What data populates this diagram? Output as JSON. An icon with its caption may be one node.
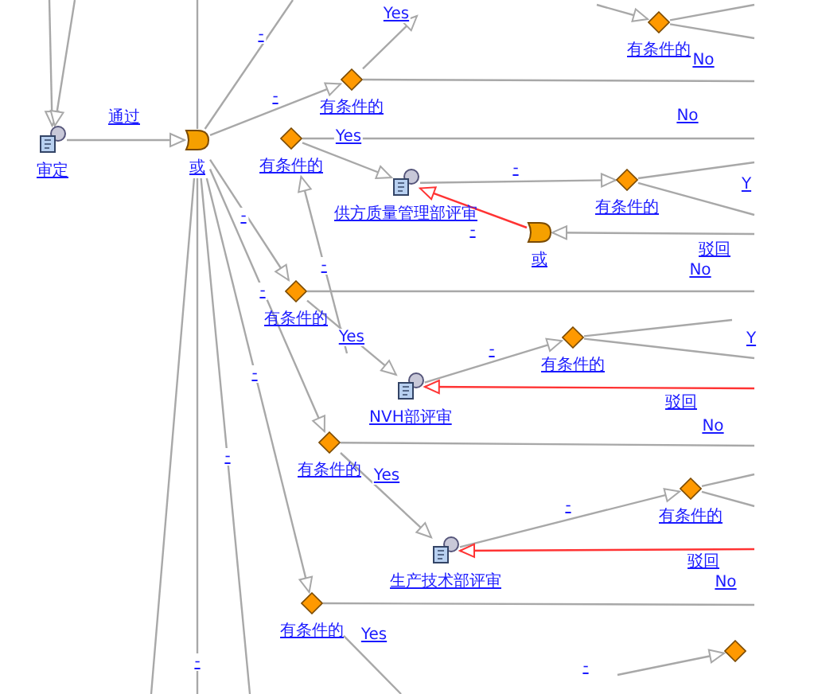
{
  "diagram": {
    "nodes": [
      {
        "text": [
          "审定"
        ]
      },
      {
        "text": [
          "或"
        ]
      },
      {
        "text": [
          "有条件的"
        ]
      },
      {
        "text": [
          "有条件的"
        ]
      },
      {
        "text": [
          "供方质量管理部评审"
        ]
      },
      {
        "text": [
          "有条件的"
        ]
      },
      {
        "text": [
          "或"
        ]
      },
      {
        "text": [
          "有条件的"
        ]
      },
      {
        "text": [
          "有条件的"
        ]
      },
      {
        "text": [
          "NVH部评审"
        ]
      },
      {
        "text": [
          "有条件的"
        ]
      },
      {
        "text": [
          "有条件的"
        ]
      },
      {
        "text": [
          "生产技术部评审"
        ]
      },
      {
        "text": [
          "有条件的"
        ]
      },
      {
        "text": [
          "有条件的"
        ]
      },
      {
        "text": [],
        "shape": "diamond"
      }
    ],
    "edges": [
      {
        "from": null,
        "to": 0,
        "arrow": "to"
      },
      {
        "from": null,
        "to": 0,
        "arrow": "to"
      },
      {
        "from": 0,
        "to": 1,
        "arrow": "to",
        "label": "通过"
      },
      {
        "from": null,
        "to": 1,
        "arrow": "none"
      },
      {
        "from": 1,
        "to": null,
        "arrow": "none",
        "label": "-"
      },
      {
        "from": 1,
        "to": 2,
        "arrow": "to",
        "label": "-"
      },
      {
        "from": 2,
        "to": null,
        "arrow": "to",
        "label": "Yes"
      },
      {
        "from": null,
        "to": 14,
        "arrow": "to"
      },
      {
        "from": 14,
        "to": null,
        "arrow": "none"
      },
      {
        "from": 14,
        "to": null,
        "arrow": "none"
      },
      {
        "from": 2,
        "to": null,
        "arrow": "none"
      },
      {
        "from": 3,
        "to": 4,
        "arrow": "to",
        "label": "Yes"
      },
      {
        "from": 3,
        "to": null,
        "arrow": "none"
      },
      {
        "from": null,
        "to": 3,
        "arrow": "to",
        "label": "-"
      },
      {
        "from": 1,
        "to": 7,
        "arrow": "to",
        "label": "-"
      },
      {
        "from": 7,
        "to": 9,
        "arrow": "to",
        "label": "Yes"
      },
      {
        "from": 7,
        "to": null,
        "arrow": "none"
      },
      {
        "from": 1,
        "to": 10,
        "arrow": "to",
        "label": "-"
      },
      {
        "from": 1,
        "to": 13,
        "arrow": "to",
        "label": "-"
      },
      {
        "from": 1,
        "to": null,
        "arrow": "none"
      },
      {
        "from": 1,
        "to": null,
        "arrow": "none",
        "label": "-"
      },
      {
        "from": 1,
        "to": null,
        "arrow": "none",
        "label": "-"
      },
      {
        "from": 4,
        "to": 5,
        "arrow": "to",
        "label": "-"
      },
      {
        "from": 6,
        "to": 4,
        "arrow": "to",
        "label": "-",
        "color": "#ff3333"
      },
      {
        "from": null,
        "to": 6,
        "arrow": "to",
        "label": "驳回"
      },
      {
        "from": 5,
        "to": null,
        "arrow": "none"
      },
      {
        "from": 5,
        "to": null,
        "arrow": "none"
      },
      {
        "from": 9,
        "to": 8,
        "arrow": "to",
        "label": "-"
      },
      {
        "from": null,
        "to": 9,
        "arrow": "to",
        "label": "驳回",
        "color": "#ff3333"
      },
      {
        "from": 8,
        "to": null,
        "arrow": "none"
      },
      {
        "from": 8,
        "to": null,
        "arrow": "none"
      },
      {
        "from": 10,
        "to": 12,
        "arrow": "to",
        "label": "Yes"
      },
      {
        "from": 10,
        "to": null,
        "arrow": "none"
      },
      {
        "from": 12,
        "to": 11,
        "arrow": "to",
        "label": "-"
      },
      {
        "from": null,
        "to": 12,
        "arrow": "to",
        "label": "驳回",
        "color": "#ff3333"
      },
      {
        "from": 11,
        "to": null,
        "arrow": "none"
      },
      {
        "from": 11,
        "to": null,
        "arrow": "none"
      },
      {
        "from": 13,
        "to": null,
        "arrow": "none",
        "label": "Yes"
      },
      {
        "from": 13,
        "to": null,
        "arrow": "none"
      },
      {
        "from": null,
        "to": 15,
        "arrow": "to",
        "label": "-"
      }
    ],
    "labels": [
      "No",
      "No",
      "Y",
      "No",
      "Y",
      "No",
      "No"
    ]
  }
}
